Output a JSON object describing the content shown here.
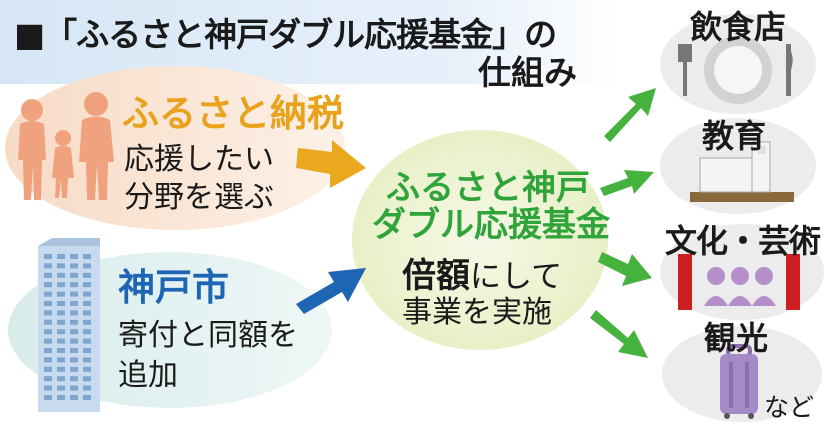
{
  "title": {
    "line1": "■「ふるさと神戸ダブル応援基金」の",
    "line2": "仕組み"
  },
  "sources": [
    {
      "name": "ふるさと納税",
      "desc_line1": "応援したい",
      "desc_line2": "分野を選ぶ",
      "icon": "family-silhouette-icon",
      "color": "#e8a21c",
      "bubble_color": "#fbe8d7"
    },
    {
      "name": "神戸市",
      "desc_line1": "寄付と同額を",
      "desc_line2": "追加",
      "icon": "city-building-icon",
      "color": "#1e66b4",
      "bubble_color": "#e4f1f1"
    }
  ],
  "fund": {
    "name_line1": "ふるさと神戸",
    "name_line2": "ダブル応援基金",
    "desc_line1_strong": "倍額",
    "desc_line1_rest": "にして",
    "desc_line2": "事業を実施",
    "color": "#2fa43a",
    "bubble_color": "#eef4d2"
  },
  "uses": [
    {
      "label": "飲食店",
      "icon": "plate-fork-knife-icon"
    },
    {
      "label": "教育",
      "icon": "school-building-icon"
    },
    {
      "label": "文化・芸術",
      "icon": "theater-stage-icon"
    },
    {
      "label": "観光",
      "icon": "suitcase-icon"
    }
  ],
  "etc_label": "など",
  "colors": {
    "green_arrow": "#44b23c",
    "use_bubble": "#ececec",
    "header_band": "#e2eef8"
  }
}
